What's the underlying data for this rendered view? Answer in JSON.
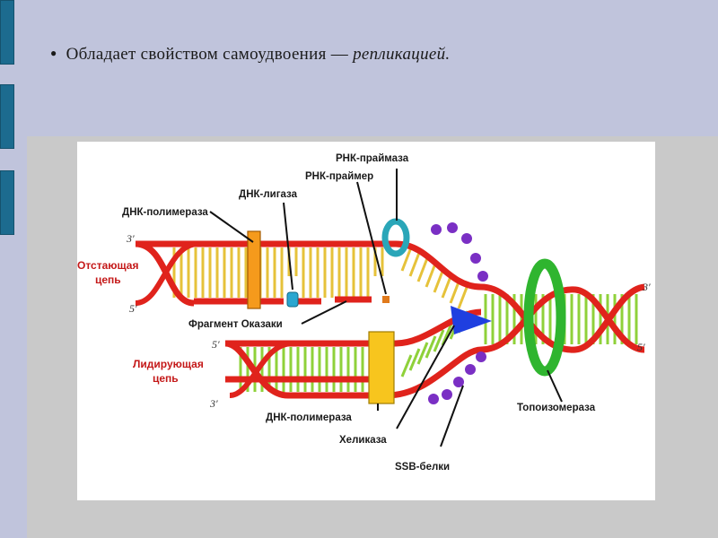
{
  "slide": {
    "bullet_text": "Обладает  свойством  самоудвоения — ",
    "bullet_italic": "репликацией."
  },
  "diagram": {
    "labels": {
      "rna_primase": "РНК-праймаза",
      "rna_primer": "РНК-праймер",
      "dna_ligase": "ДНК-лигаза",
      "dna_polymerase_top": "ДНК-полимераза",
      "lagging_strand_1": "Отстающая",
      "lagging_strand_2": "цепь",
      "okazaki_fragment": "Фрагмент Оказаки",
      "leading_strand_1": "Лидирующая",
      "leading_strand_2": "цепь",
      "dna_polymerase_bottom": "ДНК-полимераза",
      "helicase": "Хеликаза",
      "ssb_proteins": "SSB-белки",
      "topoisomerase": "Топоизомераза"
    },
    "strand_ends": {
      "top_left_3": "3′",
      "top_left_5": "5′",
      "bottom_left_5": "5′",
      "bottom_left_3": "3′",
      "right_3": "3′",
      "right_5": "5′"
    },
    "colors": {
      "strand_red": "#e0231c",
      "base_green": "#8fd13a",
      "base_yellow": "#e6c23a",
      "polymerase_orange": "#f59a1c",
      "polymerase_yellow": "#f7c51e",
      "primase_teal": "#2aa6b8",
      "ssb_purple": "#7a2fc4",
      "helicase_blue": "#1f3fe0",
      "topoisomerase_green": "#2fb52f"
    }
  }
}
